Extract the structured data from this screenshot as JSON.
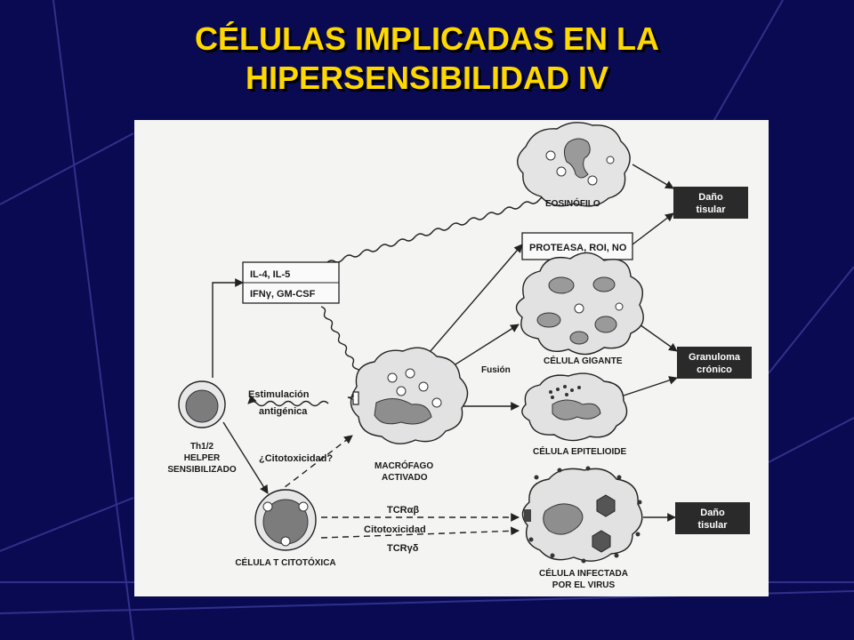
{
  "slide": {
    "title_line1": "CÉLULAS IMPLICADAS EN LA",
    "title_line2": "HIPERSENSIBILIDAD IV",
    "background_color": "#0a0a52",
    "title_color": "#ffd800"
  },
  "diagram": {
    "cytokines_top": "IL-4, IL-5",
    "cytokines_bottom": "IFNγ, GM-CSF",
    "eosinophil": "EOSINÓFILO",
    "protease_box": "PROTEASA, ROI, NO",
    "dano_1_line1": "Daño",
    "dano_1_line2": "tisular",
    "giant_cell": "CÉLULA GIGANTE",
    "fusion": "Fusión",
    "granuloma_line1": "Granuloma",
    "granuloma_line2": "crónico",
    "epithelioid": "CÉLULA EPITELIOIDE",
    "stimulation_line1": "Estimulación",
    "stimulation_line2": "antigénica",
    "th_line1": "Th1/2",
    "th_line2": "HELPER",
    "th_line3": "SENSIBILIZADO",
    "cytotoxicity_question": "¿Citotoxicidad?",
    "macrophage_line1": "MACRÓFAGO",
    "macrophage_line2": "ACTIVADO",
    "tcr_ab": "TCRαβ",
    "cytotoxicity": "Citotoxicidad",
    "tcr_gd": "TCRγδ",
    "t_cyto": "CÉLULA T CITOTÓXICA",
    "dano_2_line1": "Daño",
    "dano_2_line2": "tisular",
    "infected_line1": "CÉLULA INFECTADA",
    "infected_line2": "POR EL VIRUS"
  }
}
